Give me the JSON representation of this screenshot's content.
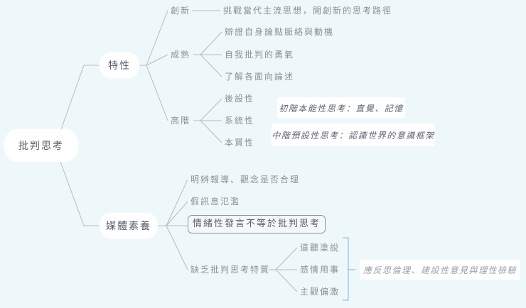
{
  "root": {
    "label": "批判思考"
  },
  "branches": [
    {
      "label": "特性",
      "children": [
        {
          "label": "創新",
          "children": [
            {
              "label": "挑戰當代主流思想，開創新的思考路徑"
            }
          ]
        },
        {
          "label": "成熟",
          "children": [
            {
              "label": "辯證自身論點脈絡與動機"
            },
            {
              "label": "自我批判的勇氣"
            },
            {
              "label": "了解各面向論述"
            }
          ]
        },
        {
          "label": "高階",
          "children": [
            {
              "label": "後設性"
            },
            {
              "label": "系統性"
            },
            {
              "label": "本質性"
            }
          ]
        }
      ],
      "notes": [
        {
          "label": "初階本能性思考：直覺、記憶"
        },
        {
          "label": "中階預設性思考：認識世界的意識框架"
        }
      ]
    },
    {
      "label": "媒體素養",
      "children": [
        {
          "label": "明辨報導、觀念是否合理"
        },
        {
          "label": "假訊息氾濫"
        },
        {
          "label": "情緒性發言不等於批判思考"
        },
        {
          "label": "缺乏批判思考特質",
          "children": [
            {
              "label": "道聽塗說"
            },
            {
              "label": "感情用事"
            },
            {
              "label": "主觀偏激"
            }
          ]
        }
      ],
      "summary": {
        "label": "應反思倫理、建設性意見與理性檢驗"
      }
    }
  ],
  "colors": {
    "background": "#eef7fa",
    "line": "#b4bcc4",
    "bracket": "#7fb3d0",
    "node_fill": "#ffffff",
    "text": "#5a5f6b",
    "subtext": "#8a8f98"
  }
}
